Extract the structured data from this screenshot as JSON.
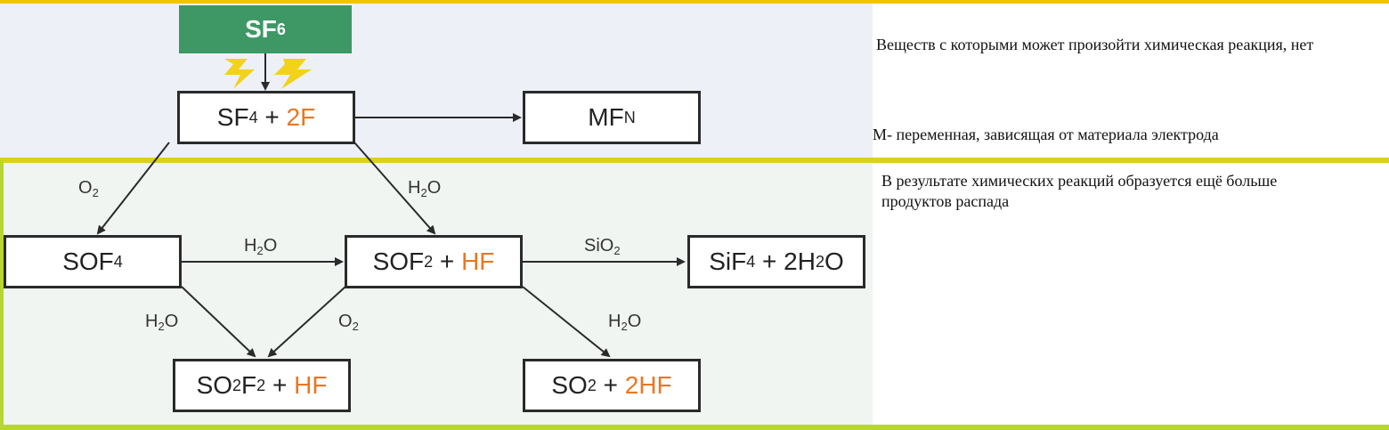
{
  "nodes": {
    "sf6": {
      "main": "SF",
      "sub": "6"
    },
    "sf4_2f": {
      "a": "SF",
      "a_sub": "4",
      "b": " + ",
      "c": "2F"
    },
    "mfn": {
      "a": "MF",
      "a_sub": "N"
    },
    "sof4": {
      "a": "SOF",
      "a_sub": "4"
    },
    "sof2_hf": {
      "a": "SOF",
      "a_sub": "2",
      "b": " + ",
      "c": "HF"
    },
    "sif4_2h2o": {
      "a": "SiF",
      "a_sub": "4",
      "b": " + 2H",
      "b_sub": "2",
      "c": "O"
    },
    "so2f2_hf": {
      "a": "SO",
      "a_sub": "2",
      "b": "F",
      "b_sub": "2",
      "c": " + ",
      "d": "HF"
    },
    "so2_2hf": {
      "a": "SO",
      "a_sub": "2",
      "b": " + ",
      "c": "2HF"
    }
  },
  "edge_labels": {
    "o2_left": {
      "a": "O",
      "sub": "2"
    },
    "h2o_right_top": {
      "a": "H",
      "sub": "2",
      "b": "O"
    },
    "h2o_mid": {
      "a": "H",
      "sub": "2",
      "b": "O"
    },
    "sio2": {
      "a": "SiO",
      "sub": "2"
    },
    "h2o_bottom_left": {
      "a": "H",
      "sub": "2",
      "b": "O"
    },
    "o2_bottom": {
      "a": "O",
      "sub": "2"
    },
    "h2o_bottom_right": {
      "a": "H",
      "sub": "2",
      "b": "O"
    }
  },
  "notes": {
    "note1": "Веществ с которыми может произойти химическая реакция, нет",
    "note2": "М- переменная, зависящая от материала электрода",
    "note3_line1": "В результате химических реакций образуется ещё больше",
    "note3_line2": "продуктов распада"
  },
  "colors": {
    "accent_orange": "#e87722",
    "sf6_green": "#3d9865",
    "lightning_yellow": "#f2d21b",
    "border_top": "#f2c400",
    "border_bottom": "#b8d630"
  }
}
